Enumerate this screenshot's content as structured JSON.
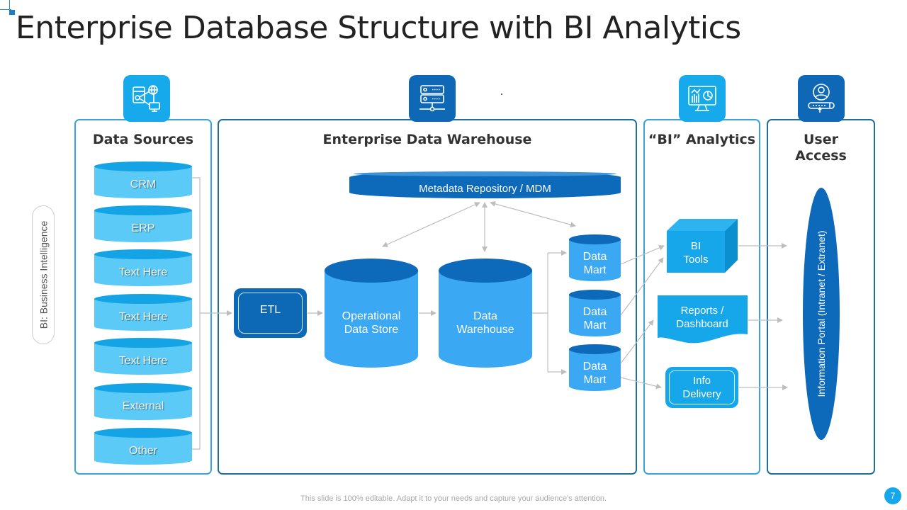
{
  "page": {
    "title": "Enterprise Database Structure with BI Analytics",
    "side_label": "BI: Business Intelligence",
    "footer_note": "This slide is 100% editable. Adapt it to your needs and capture your audience's attention.",
    "page_number": "7"
  },
  "colors": {
    "accent_light": "#16a9ec",
    "accent_dark": "#0f68b5",
    "source_cylinder": "#5ccaf7",
    "store_cylinder": "#3aa8f2",
    "connector": "#bdbdbd"
  },
  "panels": {
    "sources": {
      "title": "Data Sources",
      "icon": "data-network-icon"
    },
    "warehouse": {
      "title": "Enterprise Data Warehouse",
      "icon": "server-icon"
    },
    "analytics": {
      "title": "“BI” Analytics",
      "icon": "monitor-chart-icon"
    },
    "access": {
      "title_line1": "User",
      "title_line2": "Access",
      "icon": "user-login-icon"
    }
  },
  "sources": [
    "CRM",
    "ERP",
    "Text Here",
    "Text Here",
    "Text Here",
    "External",
    "Other"
  ],
  "warehouse": {
    "metadata": "Metadata Repository / MDM",
    "etl": "ETL",
    "ods_line1": "Operational",
    "ods_line2": "Data Store",
    "dw_line1": "Data",
    "dw_line2": "Warehouse",
    "marts": [
      {
        "line1": "Data",
        "line2": "Mart"
      },
      {
        "line1": "Data",
        "line2": "Mart"
      },
      {
        "line1": "Data",
        "line2": "Mart"
      }
    ]
  },
  "analytics": {
    "bi_tools_line1": "BI",
    "bi_tools_line2": "Tools",
    "reports_line1": "Reports /",
    "reports_line2": "Dashboard",
    "info_line1": "Info",
    "info_line2": "Delivery"
  },
  "access": {
    "portal": "Information Portal (Intranet / Extranet)"
  }
}
